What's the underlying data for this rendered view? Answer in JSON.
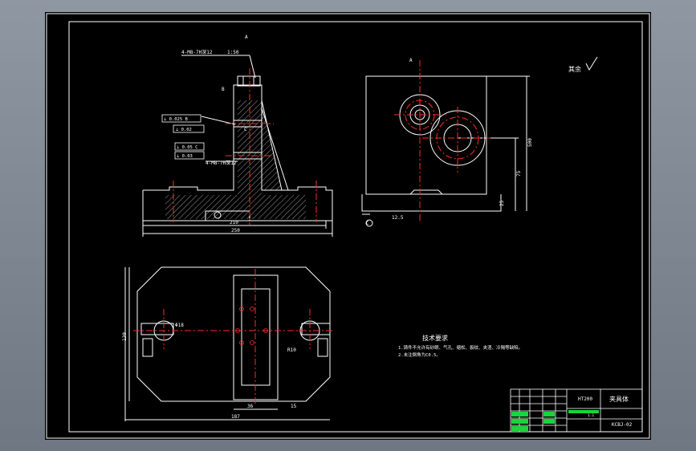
{
  "colors": {
    "background": "#7c8590",
    "sheet": "#000000",
    "line": "#ffffff",
    "centerline": "#ff2a2a",
    "dimension": "#ffffff",
    "title_block_green": "#19d43a"
  },
  "front_view": {
    "dim_210": "210",
    "dim_250": "250",
    "callout_top": "4-M8-7H深12",
    "callout_top2": "1:50",
    "tol_perp": "⊥ 0.025 B",
    "tol_1": "⊥ 0.02",
    "tol_2": "⊥ 0.05 C",
    "tol_3": "⊥ 0.03",
    "callout_bottom": "4-M8-7H深12",
    "label_a": "A",
    "label_b": "B",
    "label_c": "C"
  },
  "side_view": {
    "label_a": "A",
    "dim_side": "500",
    "dim_side2": "75",
    "dim_side3": "25",
    "roughness": "12.5",
    "label_c": "C",
    "other_finish": "其余"
  },
  "top_view": {
    "dim_width": "187",
    "dim_left": "36",
    "dim_right": "15",
    "dim_height": "130",
    "dim_hole": "R10",
    "dim_d18": "Φ18"
  },
  "notes": {
    "heading": "技术要求",
    "line1": "1.铸件不允许有砂眼、气孔、缩松、裂纹、夹渣、冷隔等缺陷。",
    "line2": "2.未注倒角为C0.5。"
  },
  "title_block": {
    "material": "HT200",
    "name": "夹具体",
    "drawing_no": "KCBJ-02",
    "scale_label": "1:1"
  }
}
